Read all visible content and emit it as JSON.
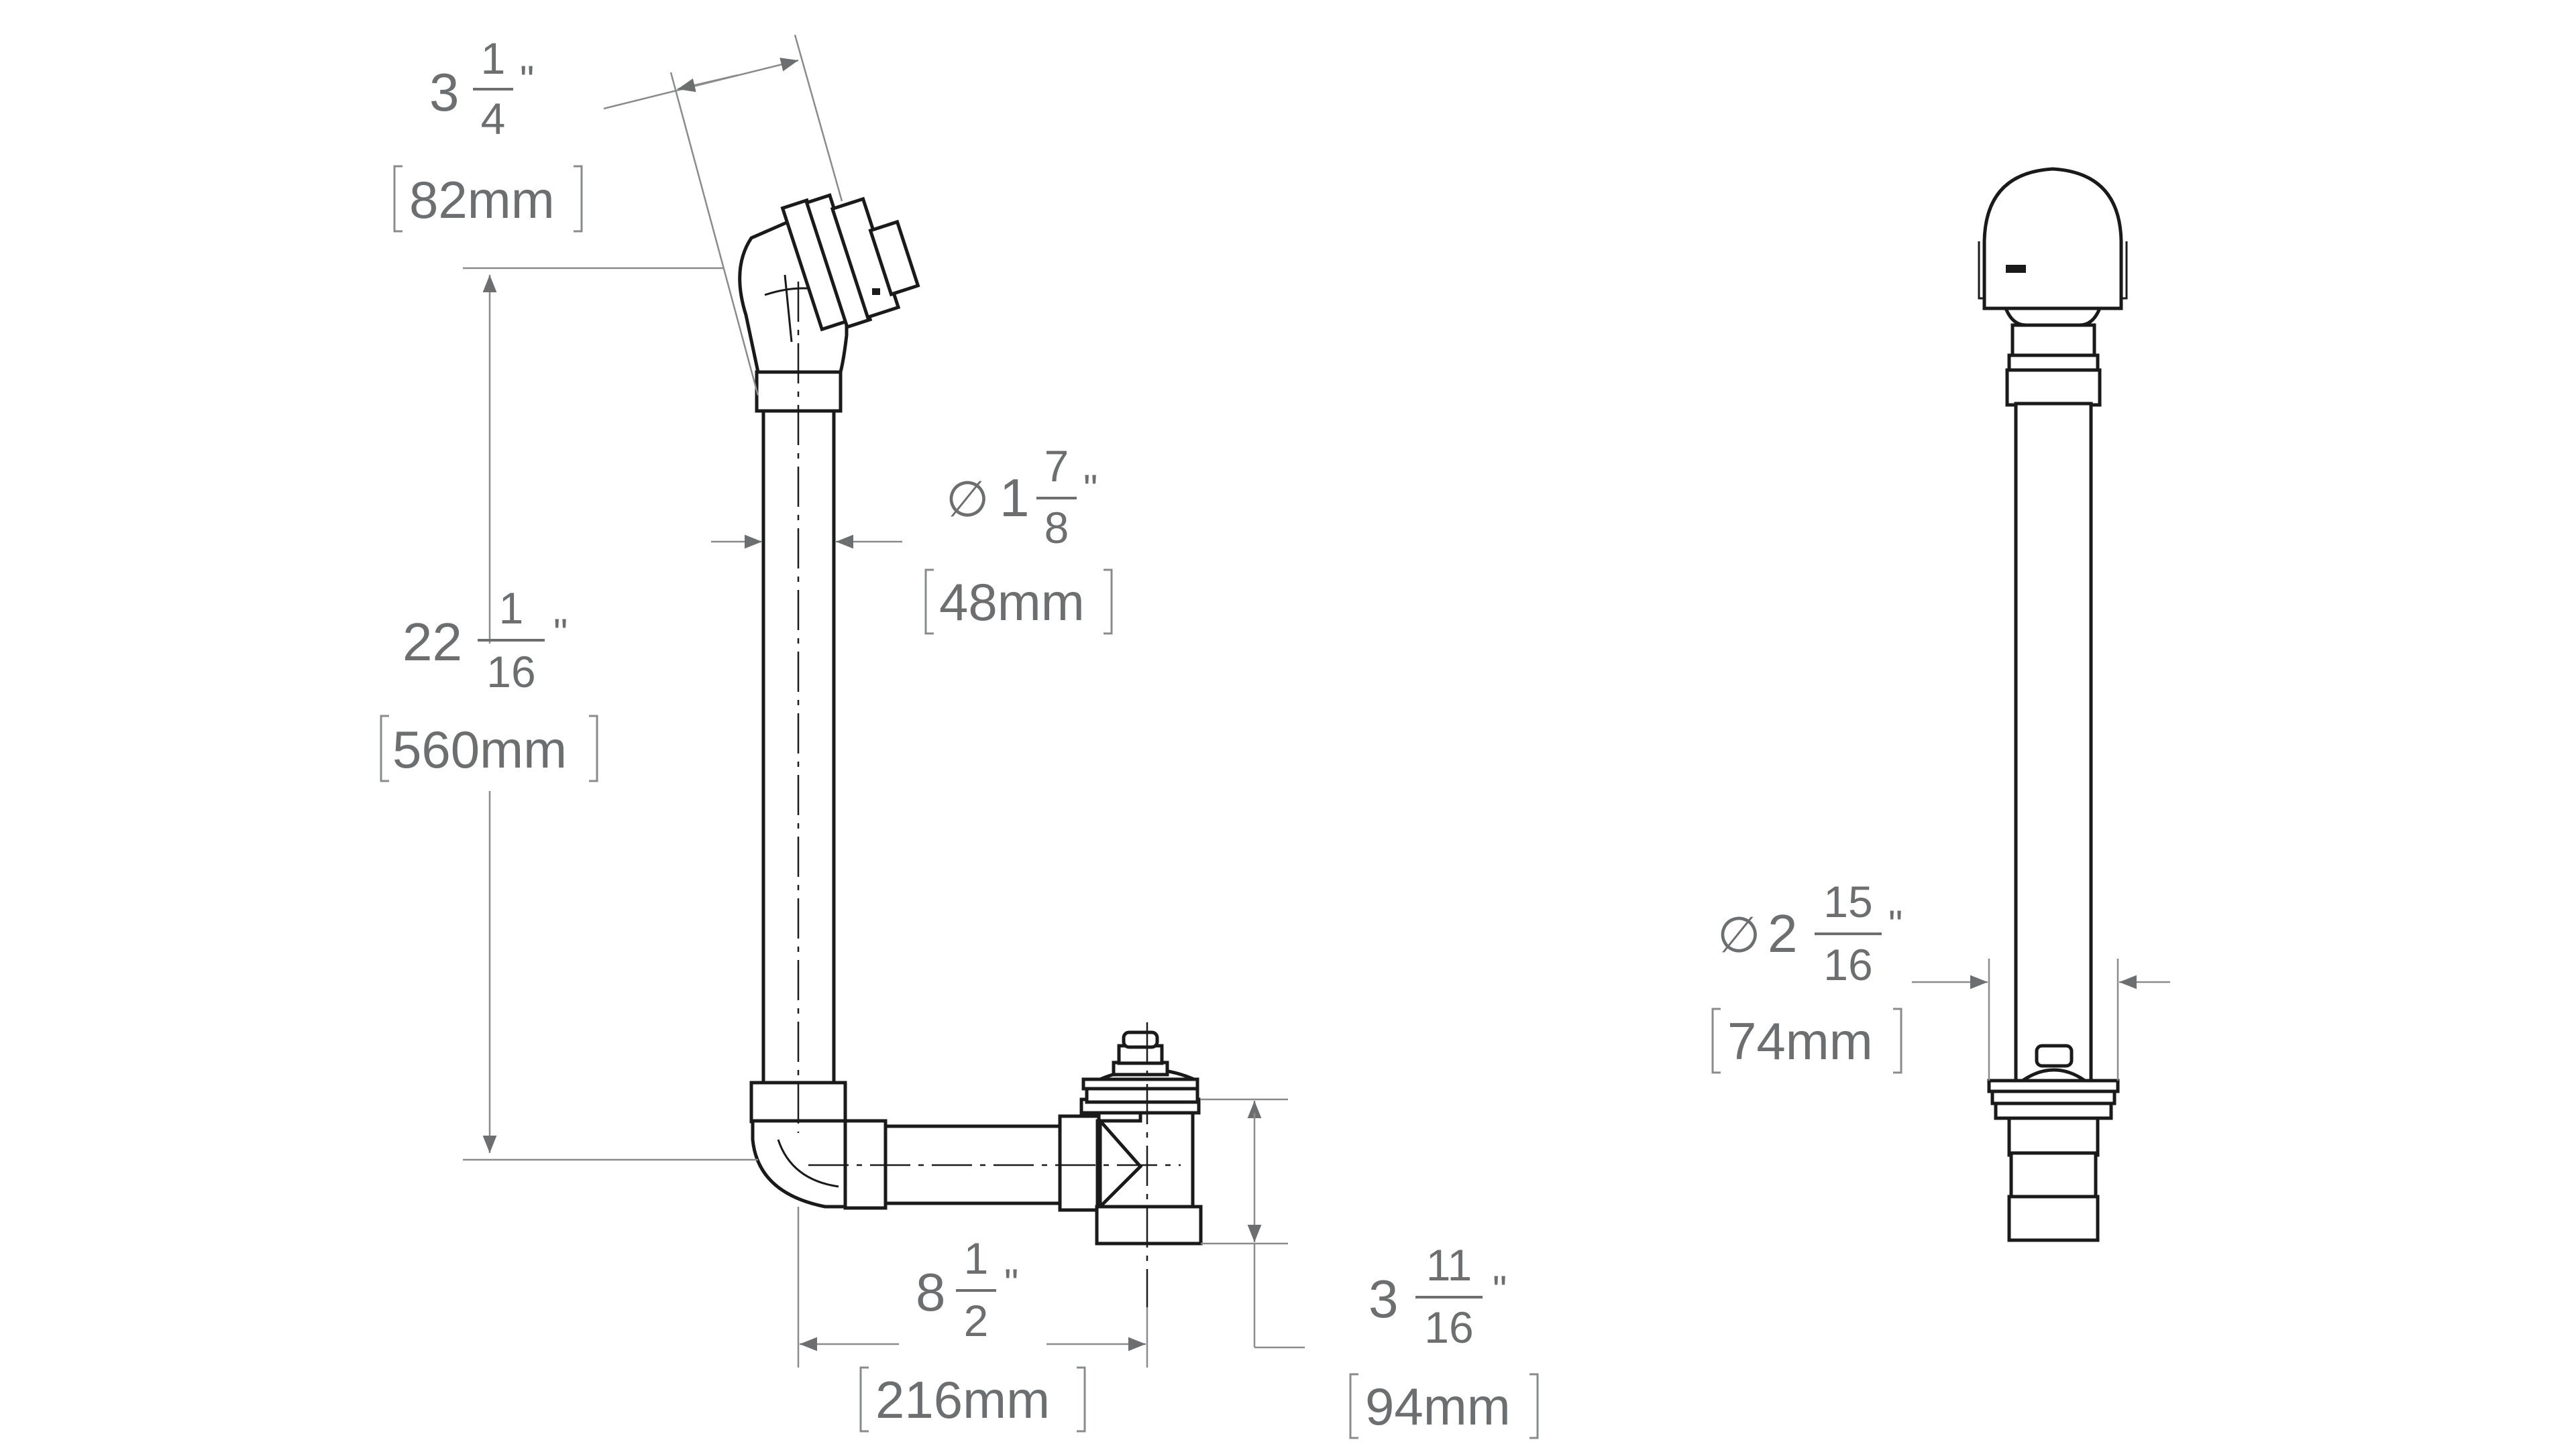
{
  "dimensions": {
    "elbow_offset": {
      "whole": "3",
      "num": "1",
      "den": "4",
      "unit": "\"",
      "metric": "82mm"
    },
    "height": {
      "whole": "22",
      "num": "1",
      "den": "16",
      "unit": "\"",
      "metric": "560mm"
    },
    "pipe_diameter": {
      "symbol": "∅",
      "whole": "1",
      "num": "7",
      "den": "8",
      "unit": "\"",
      "metric": "48mm"
    },
    "drain_width": {
      "whole": "8",
      "num": "1",
      "den": "2",
      "unit": "\"",
      "metric": "216mm"
    },
    "drain_height": {
      "whole": "3",
      "num": "11",
      "den": "16",
      "unit": "\"",
      "metric": "94mm"
    },
    "overflow_diameter": {
      "symbol": "∅",
      "whole": "2",
      "num": "15",
      "den": "16",
      "unit": "\"",
      "metric": "74mm"
    }
  },
  "colors": {
    "line": "#1a1a1a",
    "dimension": "#8a8b8d",
    "text": "#6d6e70"
  }
}
